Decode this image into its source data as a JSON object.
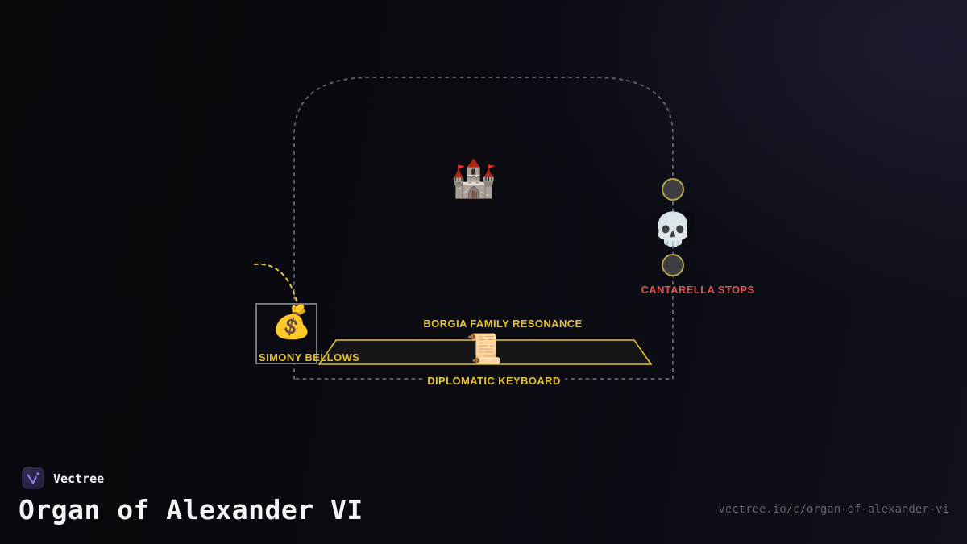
{
  "brand": {
    "name": "Vectree",
    "share_url": "vectree.io/c/organ-of-alexander-vi"
  },
  "title": "Organ of Alexander VI",
  "diagram": {
    "icons": {
      "castle": "🏰",
      "skull": "💀",
      "money_bag": "💰",
      "scroll": "📜"
    },
    "labels": {
      "cantarella": "CANTARELLA STOPS",
      "simony": "SIMONY BELLOWS",
      "borgia": "BORGIA FAMILY RESONANCE",
      "diplomatic": "DIPLOMATIC KEYBOARD"
    },
    "colors": {
      "accent_yellow": "#e6c229",
      "accent_red": "#e0514f",
      "outline_gray": "#5f5f63"
    }
  }
}
